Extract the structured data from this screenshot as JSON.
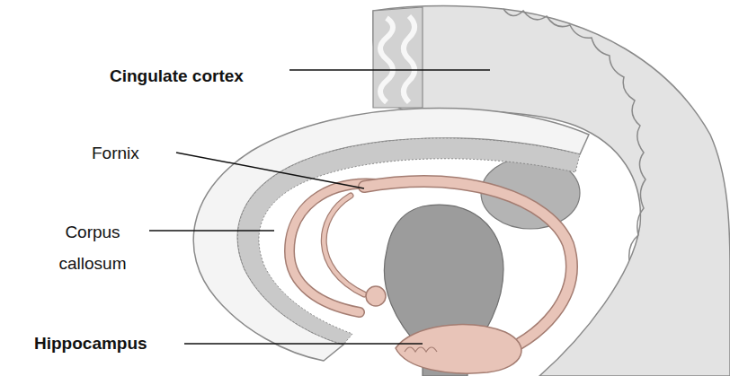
{
  "diagram": {
    "labels": [
      "Cingulate cortex",
      "Fornix",
      "Corpus callosum",
      "Hippocampus"
    ]
  }
}
